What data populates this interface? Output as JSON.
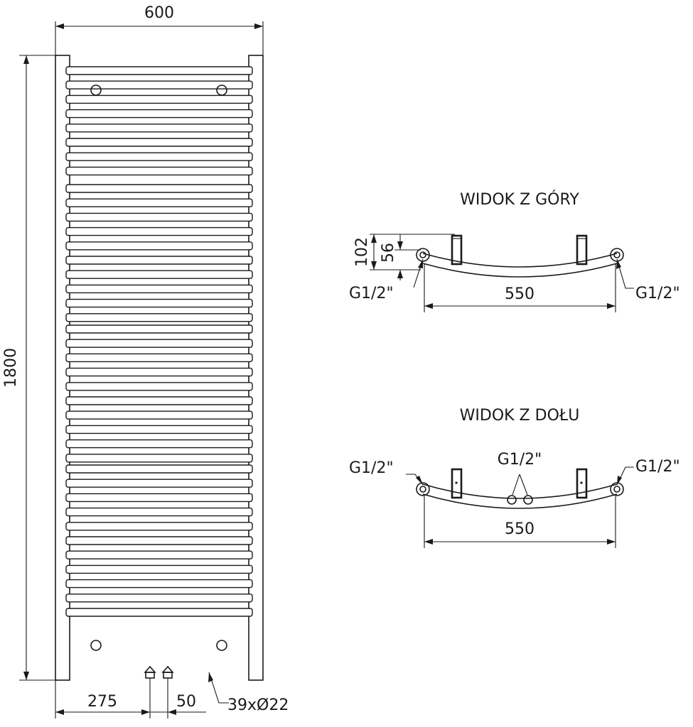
{
  "front_view": {
    "width_label": "600",
    "height_label": "1800",
    "connection_offset_label": "275",
    "connection_spacing_label": "50",
    "tube_spec_label": "39xØ22",
    "bar_count": 39,
    "bar_groups": [
      8,
      10,
      10,
      11
    ]
  },
  "top_view": {
    "title": "WIDOK Z GÓRY",
    "depth_label": "102",
    "offset_label": "56",
    "left_thread_label": "G1/2\"",
    "right_thread_label": "G1/2\"",
    "width_label": "550"
  },
  "bottom_view": {
    "title": "WIDOK Z DOŁU",
    "left_thread_label": "G1/2\"",
    "center_thread_label": "G1/2\"",
    "right_thread_label": "G1/2\"",
    "width_label": "550"
  }
}
